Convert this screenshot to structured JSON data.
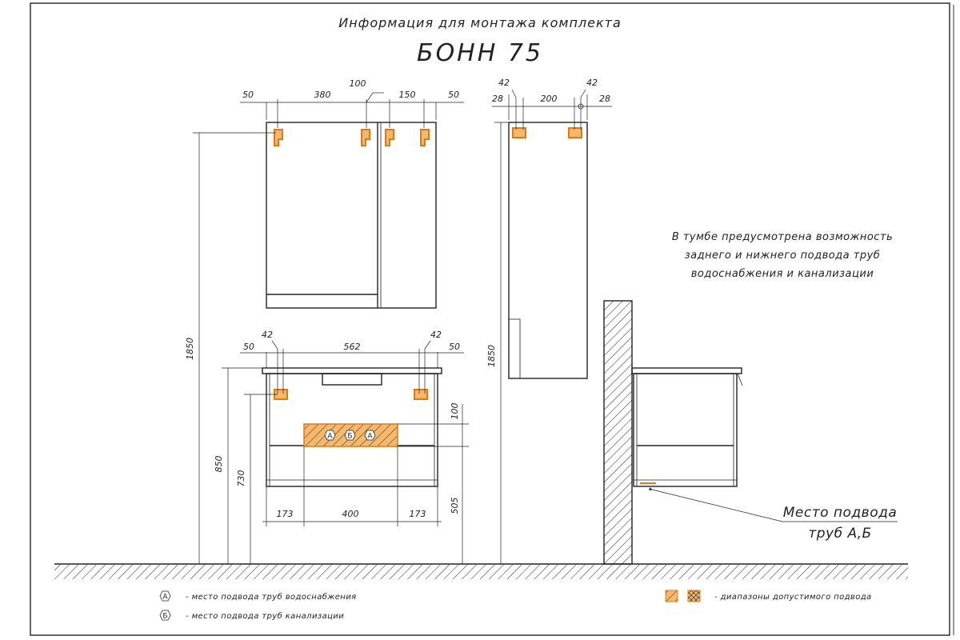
{
  "header": {
    "title": "Информация для монтажа комплекта",
    "model": "БОНН 75"
  },
  "note": {
    "line1": "В тумбе предусмотрена возможность",
    "line2": "заднего и нижнего подвода труб",
    "line3": "водоснабжения и канализации"
  },
  "callout": {
    "line1": "Место подвода",
    "line2": "труб А,Б"
  },
  "legend": {
    "a_letter": "А",
    "a_text": "- место подвода труб водоснабжения",
    "b_letter": "Б",
    "b_text": "- место подвода труб канализации",
    "range_text": "- диапазоны допустимого подвода"
  },
  "markers": {
    "a": "А",
    "b": "Б"
  },
  "dims": {
    "mirror": {
      "left": "50",
      "d380": "380",
      "d100": "100",
      "d150": "150",
      "right": "50"
    },
    "side": {
      "d42a": "42",
      "d42b": "42",
      "d28a": "28",
      "d200": "200",
      "d28b": "28",
      "height": "1850"
    },
    "front": {
      "height": "1850",
      "d42a": "42",
      "d42b": "42",
      "left": "50",
      "d562": "562",
      "right": "50"
    },
    "cabinet": {
      "d850": "850",
      "d730": "730",
      "d100": "100",
      "d505": "505",
      "d173a": "173",
      "d400": "400",
      "d173b": "173"
    }
  },
  "colors": {
    "accent": "#e07a10",
    "fill": "#f6b86a",
    "line": "#222222"
  }
}
